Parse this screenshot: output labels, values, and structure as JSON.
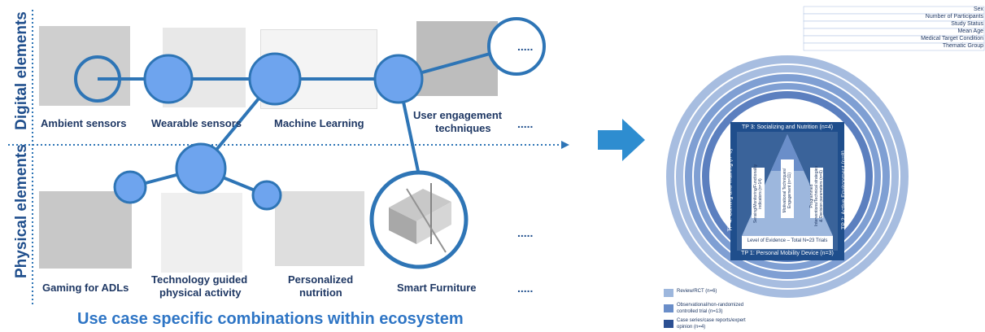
{
  "left": {
    "row_labels": [
      "Digital elements",
      "Physical elements"
    ],
    "digital": [
      {
        "label": "Ambient sensors"
      },
      {
        "label": "Wearable sensors"
      },
      {
        "label": "Machine Learning"
      },
      {
        "label_line1": "User engagement",
        "label_line2": "techniques"
      },
      {
        "label": "....."
      }
    ],
    "physical": [
      {
        "label": "Gaming for ADLs"
      },
      {
        "label_line1": "Technology guided",
        "label_line2": "physical activity"
      },
      {
        "label_line1": "Personalized",
        "label_line2": "nutrition"
      },
      {
        "label": "Smart Furniture"
      },
      {
        "label": "....."
      }
    ],
    "more_marks": [
      ".....",
      ".....",
      "....."
    ],
    "caption": "Use case specific combinations within ecosystem"
  },
  "right": {
    "ring_labels": [
      "Sex",
      "Number of Participants",
      "Study Status",
      "Mean Age",
      "Medical Target Condition",
      "Thematic Group"
    ],
    "pyramid_top": "TP 3: Socializing and Nutrition (n=4)",
    "pyramid_bottom": "TP 1: Personal Mobility Device (n=3)",
    "pyramid_left": "TP 4: Gaming and Training (n=8)",
    "pyramid_right": "TP 2: Active Environment (n=8)",
    "inner_left": "Sensing/Monitoring/Functionality indicators (n=14)",
    "inner_mid": "Motivational Techniques/ Engagement (n=11)",
    "inner_right": "Programmed Interventions/Technical strategies & Decision parameters (n=6)",
    "evidence": "Level of Evidence – Total N=23 Trials",
    "legend": [
      {
        "label": "Review/RCT (n=6)",
        "color": "#9db7dd"
      },
      {
        "label_line1": "Observational/non-randomized",
        "label_line2": "controlled trial (n=13)",
        "color": "#6a8ec9"
      },
      {
        "label_line1": "Case series/case reports/expert",
        "label_line2": "opinion (n=4)",
        "color": "#2b4f92"
      }
    ]
  },
  "colors": {
    "node": "#6ea4ee",
    "node_stroke": "#2e75b6",
    "dark_blue": "#1f3864",
    "arrow": "#2e8dd0",
    "ring_outer": "#a7bde0",
    "ring_mid": "#7f9fd3",
    "square": "#1f4e8c"
  }
}
